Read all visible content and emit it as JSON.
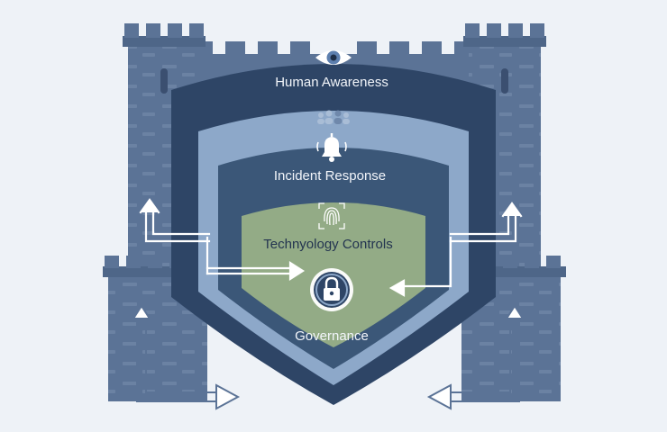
{
  "layers": {
    "human_awareness": "Human Awareness",
    "incident_response": "Incident Response",
    "technology_controls": "Technyology Controls",
    "governance": "Governance"
  },
  "icons": {
    "top": "eye-icon",
    "people": "people-group-icon",
    "alarm": "bell-icon",
    "tech": "fingerprint-icon",
    "core": "padlock-icon"
  },
  "colors": {
    "background": "#eef2f7",
    "castle": "#5b7396",
    "castle_dark": "#45597a",
    "layer_outer": "#2e4566",
    "layer_second": "#8da8c9",
    "layer_third": "#3b5778",
    "core_green": "#93ab86",
    "arrow_white": "#ffffff",
    "label_light": "#f2f5fa",
    "label_dark": "#233450"
  }
}
